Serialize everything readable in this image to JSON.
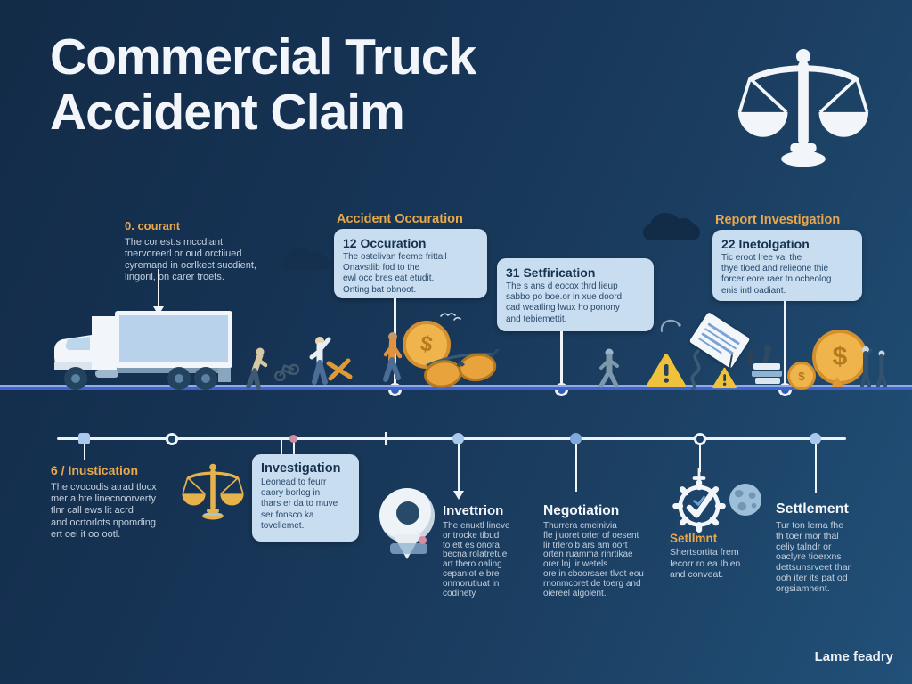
{
  "title": "Commercial Truck\nAccident Claim",
  "footer": "Lame feadry",
  "top": {
    "courant": {
      "heading": "0. courant",
      "body": "The conest.s mccdiant\ntnervoreerl or oud orctiiued\ncyremand in ocrlkect sucdient,\nlingoril, on carer troets."
    },
    "occuration": {
      "heading": "Accident Occuration",
      "card_title": "12 Occuration",
      "card_body": "The ostelivan feeme frittail\nOnavstlib fod to the\newl occ bres eat etudit.\nOnting bat obnoot."
    },
    "setfirication": {
      "card_title": "31 Setfirication",
      "card_body": "The s ans d eocox thrd lieup\nsabbo po boe.or in xue doord\ncad weatling lwux ho ponony\nand tebiemettit."
    },
    "report": {
      "heading": "Report Investigation",
      "card_title": "22 Inetolgation",
      "card_body": "Tic eroot lree val the\nthye tloed and relieone thie\nforcer eore raer tn ocbeolog\nenis intl oadiant."
    }
  },
  "bottom": {
    "inustication": {
      "heading": "6 / Inustication",
      "body": "The cvocodis atrad tlocx\nmer a hte linecnoorverty\ntlnr call ews lit acrd\nand ocrtorlots npomding\nert oel it oo ootl."
    },
    "investigation": {
      "card_title": "Investigation",
      "card_body": "Leonead to feurr\noaory borlog in\nthars er da to muve\nser fonsco ka\ntovellemet."
    },
    "invettrion": {
      "heading": "Invettrion",
      "body": "The enuxtl lineve\nor trocke tibud\nto ett es onora\nbecna rolatretue\nart tbero oaling\ncepanlot e bre\nonmorutluat in\ncodinety"
    },
    "negotiation": {
      "heading": "Negotiation",
      "body": "Thurrera cmeinivia\nfle jluoret orier of oesent\nlir trleroib ars am oort\norten ruamma rinrtikae\norer lnj lir wetels\nore in cboorsaer tlvot eou\nrnonmcoret de toerg and\noiereel algolent."
    },
    "setllmnt": {
      "heading": "Setllmnt",
      "body": "Shertsortita frem\nIecorr ro ea Ibien\nand conveat."
    },
    "settlement": {
      "heading": "Settlement",
      "body": "Tur ton lema fhe\nth toer mor thal\nceliy talndr or\noaclyre tioerxns\ndettsunsrveet thar\nooh iter its pat od\norgsiamhent."
    }
  },
  "symbols": {
    "coin": "$",
    "warning": "!"
  },
  "icons": [
    "scales-of-justice-icon",
    "truck-icon",
    "coin-icon",
    "warning-triangle-icon",
    "gear-check-icon",
    "magnifier-ball-icon",
    "document-icon",
    "goggles-icon",
    "globe-icon",
    "person-icon",
    "cloud-icon",
    "bird-icon"
  ],
  "colors": {
    "background_top": "#122b47",
    "background_bottom": "#215078",
    "accent_orange": "#e9a84c",
    "card_bg": "#c8def0",
    "card_text": "#1e3c5e",
    "road_blue": "#3f63cf",
    "timeline_white": "#edf2f7",
    "coin_gold": "#e8a33c",
    "warning_yellow": "#f0c13a"
  }
}
